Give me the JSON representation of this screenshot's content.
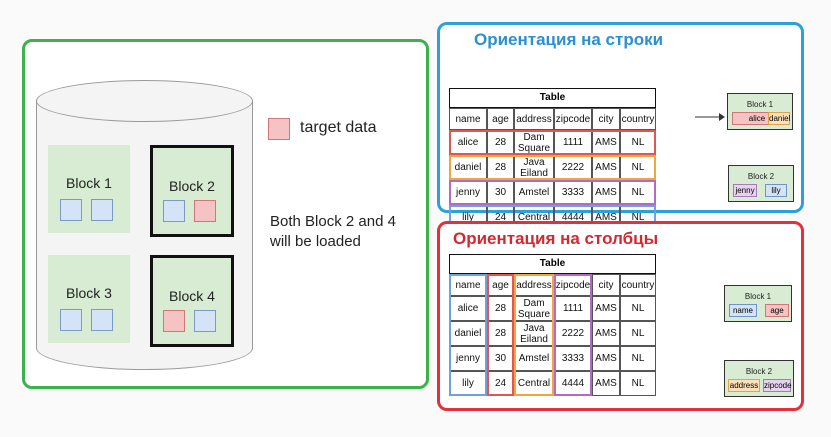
{
  "left": {
    "blocks": [
      {
        "label": "Block 1",
        "bold": false,
        "squares": [
          "blue",
          "blue"
        ]
      },
      {
        "label": "Block 2",
        "bold": true,
        "squares": [
          "blue",
          "red"
        ]
      },
      {
        "label": "Block 3",
        "bold": false,
        "squares": [
          "blue",
          "blue"
        ]
      },
      {
        "label": "Block 4",
        "bold": true,
        "squares": [
          "red",
          "blue"
        ]
      }
    ],
    "legend_label": "target data",
    "note_line1": "Both Block 2 and 4",
    "note_line2": "will be loaded"
  },
  "rows_panel": {
    "title": "Ориентация на строки",
    "block1": {
      "title": "Block 1",
      "items": [
        "alice",
        "daniel"
      ]
    },
    "block2": {
      "title": "Block 2",
      "items": [
        "jenny",
        "lily"
      ]
    }
  },
  "cols_panel": {
    "title": "Ориентация на столбцы",
    "block1": {
      "title": "Block 1",
      "items": [
        "name",
        "age"
      ]
    },
    "block2": {
      "title": "Block 2",
      "items": [
        "address",
        "zipcode"
      ]
    }
  },
  "table": {
    "caption": "Table",
    "columns": [
      "name",
      "age",
      "address",
      "zipcode",
      "city",
      "country"
    ],
    "rows": [
      [
        "alice",
        "28",
        "Dam Square",
        "1111",
        "AMS",
        "NL"
      ],
      [
        "daniel",
        "28",
        "Java Eiland",
        "2222",
        "AMS",
        "NL"
      ],
      [
        "jenny",
        "30",
        "Amstel",
        "3333",
        "AMS",
        "NL"
      ],
      [
        "lily",
        "24",
        "Central",
        "4444",
        "AMS",
        "NL"
      ]
    ]
  },
  "colors": {
    "green": "#3bb34a",
    "blue": "#2ea0d9",
    "red": "#e0313d",
    "highlight_red": "#e05555",
    "highlight_orange": "#f0a640",
    "highlight_purple": "#b26bc2",
    "highlight_blue": "#6fa0e0"
  }
}
